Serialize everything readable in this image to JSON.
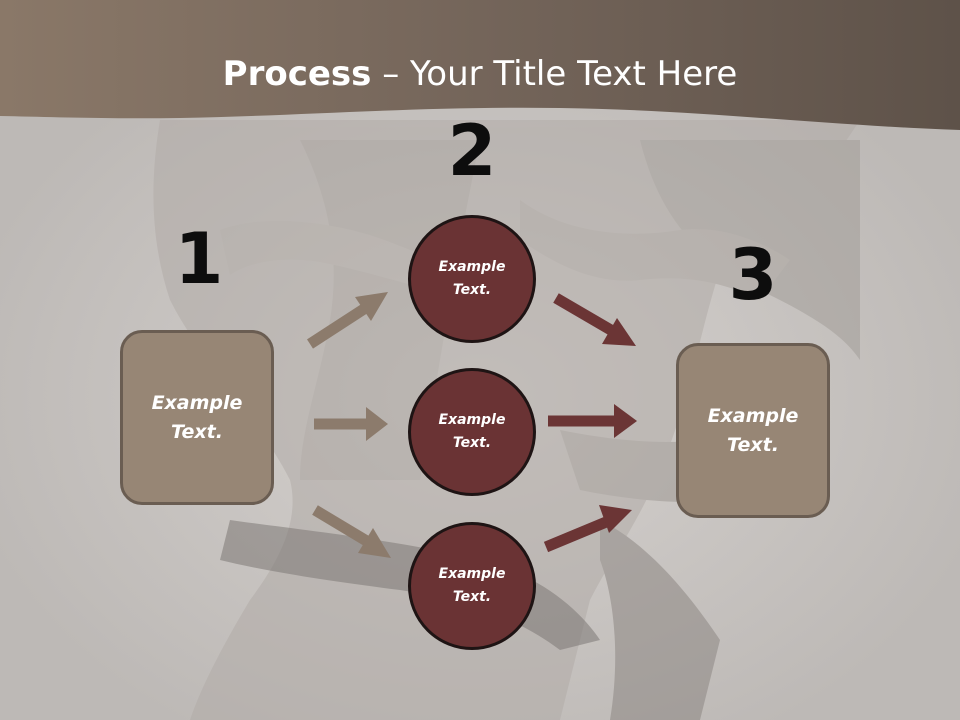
{
  "title": {
    "bold": "Process",
    "separator": " – ",
    "rest": "Your Title Text Here"
  },
  "steps": [
    {
      "number": "1"
    },
    {
      "number": "2"
    },
    {
      "number": "3"
    }
  ],
  "left_box": {
    "text": "Example Text."
  },
  "circles": [
    {
      "text": "Example Text."
    },
    {
      "text": "Example Text."
    },
    {
      "text": "Example Text."
    }
  ],
  "right_box": {
    "text": "Example Text."
  },
  "colors": {
    "header": "#7a6a5c",
    "box_fill": "#978675",
    "box_border": "#6a5d52",
    "circle_fill": "#6a3334",
    "circle_border": "#1e1414",
    "left_arrows": "#8c7b6c",
    "right_arrows": "#6b3535",
    "background": "#c9c6c4"
  }
}
